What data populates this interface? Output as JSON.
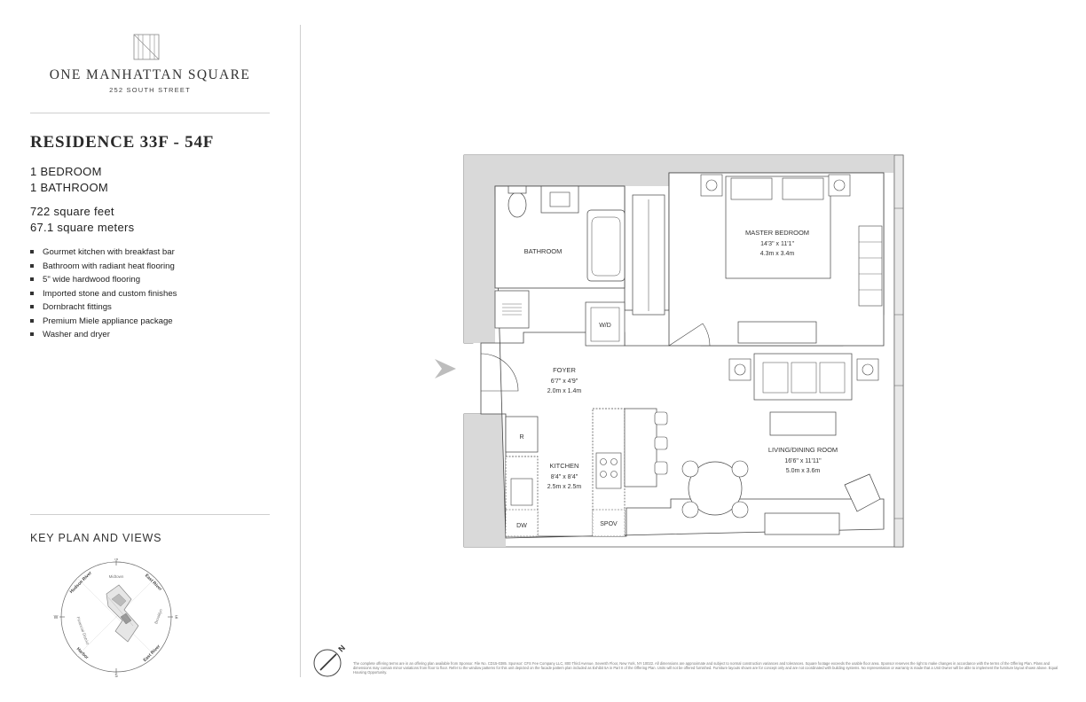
{
  "brand": {
    "name": "ONE MANHATTAN SQUARE",
    "address": "252 SOUTH STREET"
  },
  "residence": {
    "title": "RESIDENCE 33F - 54F",
    "bedrooms": "1 BEDROOM",
    "bathrooms": "1 BATHROOM",
    "area_sqft": "722 square feet",
    "area_sqm": "67.1 square meters"
  },
  "features": [
    "Gourmet kitchen with breakfast bar",
    "Bathroom with radiant heat flooring",
    "5\" wide hardwood flooring",
    "Imported stone and custom finishes",
    "Dornbracht fittings",
    "Premium Miele appliance package",
    "Washer and dryer"
  ],
  "keyplan": {
    "title": "KEY PLAN AND VIEWS",
    "directions": {
      "n": "N",
      "s": "S",
      "e": "E",
      "w": "W"
    },
    "labels": {
      "hudson_river": "Hudson River",
      "midtown": "Midtown",
      "east_river_top": "East River",
      "brooklyn": "Brooklyn",
      "financial_district": "Financial District",
      "harbor": "Harbor",
      "east_river_bottom": "East River"
    }
  },
  "rooms": {
    "bathroom": {
      "name": "BATHROOM"
    },
    "master_bedroom": {
      "name": "MASTER BEDROOM",
      "dim_ft": "14'3\" x 11'1\"",
      "dim_m": "4.3m x 3.4m"
    },
    "foyer": {
      "name": "FOYER",
      "dim_ft": "6'7\" x 4'9\"",
      "dim_m": "2.0m x 1.4m"
    },
    "kitchen": {
      "name": "KITCHEN",
      "dim_ft": "8'4\" x 8'4\"",
      "dim_m": "2.5m x 2.5m"
    },
    "living": {
      "name": "LIVING/DINING ROOM",
      "dim_ft": "16'6\" x 11'11\"",
      "dim_m": "5.0m x 3.6m"
    }
  },
  "appliances": {
    "wd": "W/D",
    "r": "R",
    "dw": "DW",
    "spov": "SPOV"
  },
  "north_label": "N",
  "disclaimer": "The complete offering terms are in an offering plan available from Sponsor. File No. CD15-0385. Sponsor: CFS Fee Company LLC, 800 Third Avenue, Seventh Floor, New York, NY 10022. All dimensions are approximate and subject to normal construction variances and tolerances. Square footage exceeds the usable floor area. Sponsor reserves the right to make changes in accordance with the terms of the Offering Plan. Plans and dimensions may contain minor variations from floor to floor. Refer to the window patterns for this unit depicted on the facade pattern plan included as Exhibit 5A in Part II of the Offering Plan. Units will not be offered furnished. Furniture layouts shown are for concept only and are not coordinated with building systems. No representation or warranty is made that a Unit Owner will be able to implement the furniture layout shown above. Equal Housing Opportunity."
}
